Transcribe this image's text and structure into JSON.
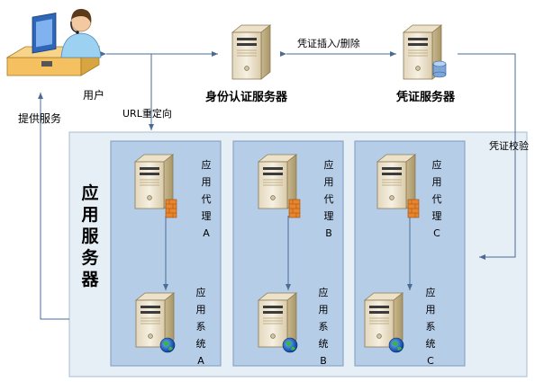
{
  "nodes": {
    "user": "用户",
    "auth_server": "身份认证服务器",
    "cred_server": "凭证服务器",
    "app_server": "应用服务器"
  },
  "edges": {
    "provide_service": "提供服务",
    "url_redirect": "URL重定向",
    "cred_insert_delete": "凭证插入/删除",
    "cred_verify": "凭证校验"
  },
  "panels": [
    {
      "proxy": "应用代理A",
      "system": "应用系统A"
    },
    {
      "proxy": "应用代理B",
      "system": "应用系统B"
    },
    {
      "proxy": "应用代理C",
      "system": "应用系统C"
    }
  ],
  "colors": {
    "outer_box": "#e6eef6",
    "panel": "#b6cde8",
    "server": "#f1e9d6",
    "firewall": "#e8862e",
    "arrow": "#4a6c94"
  }
}
